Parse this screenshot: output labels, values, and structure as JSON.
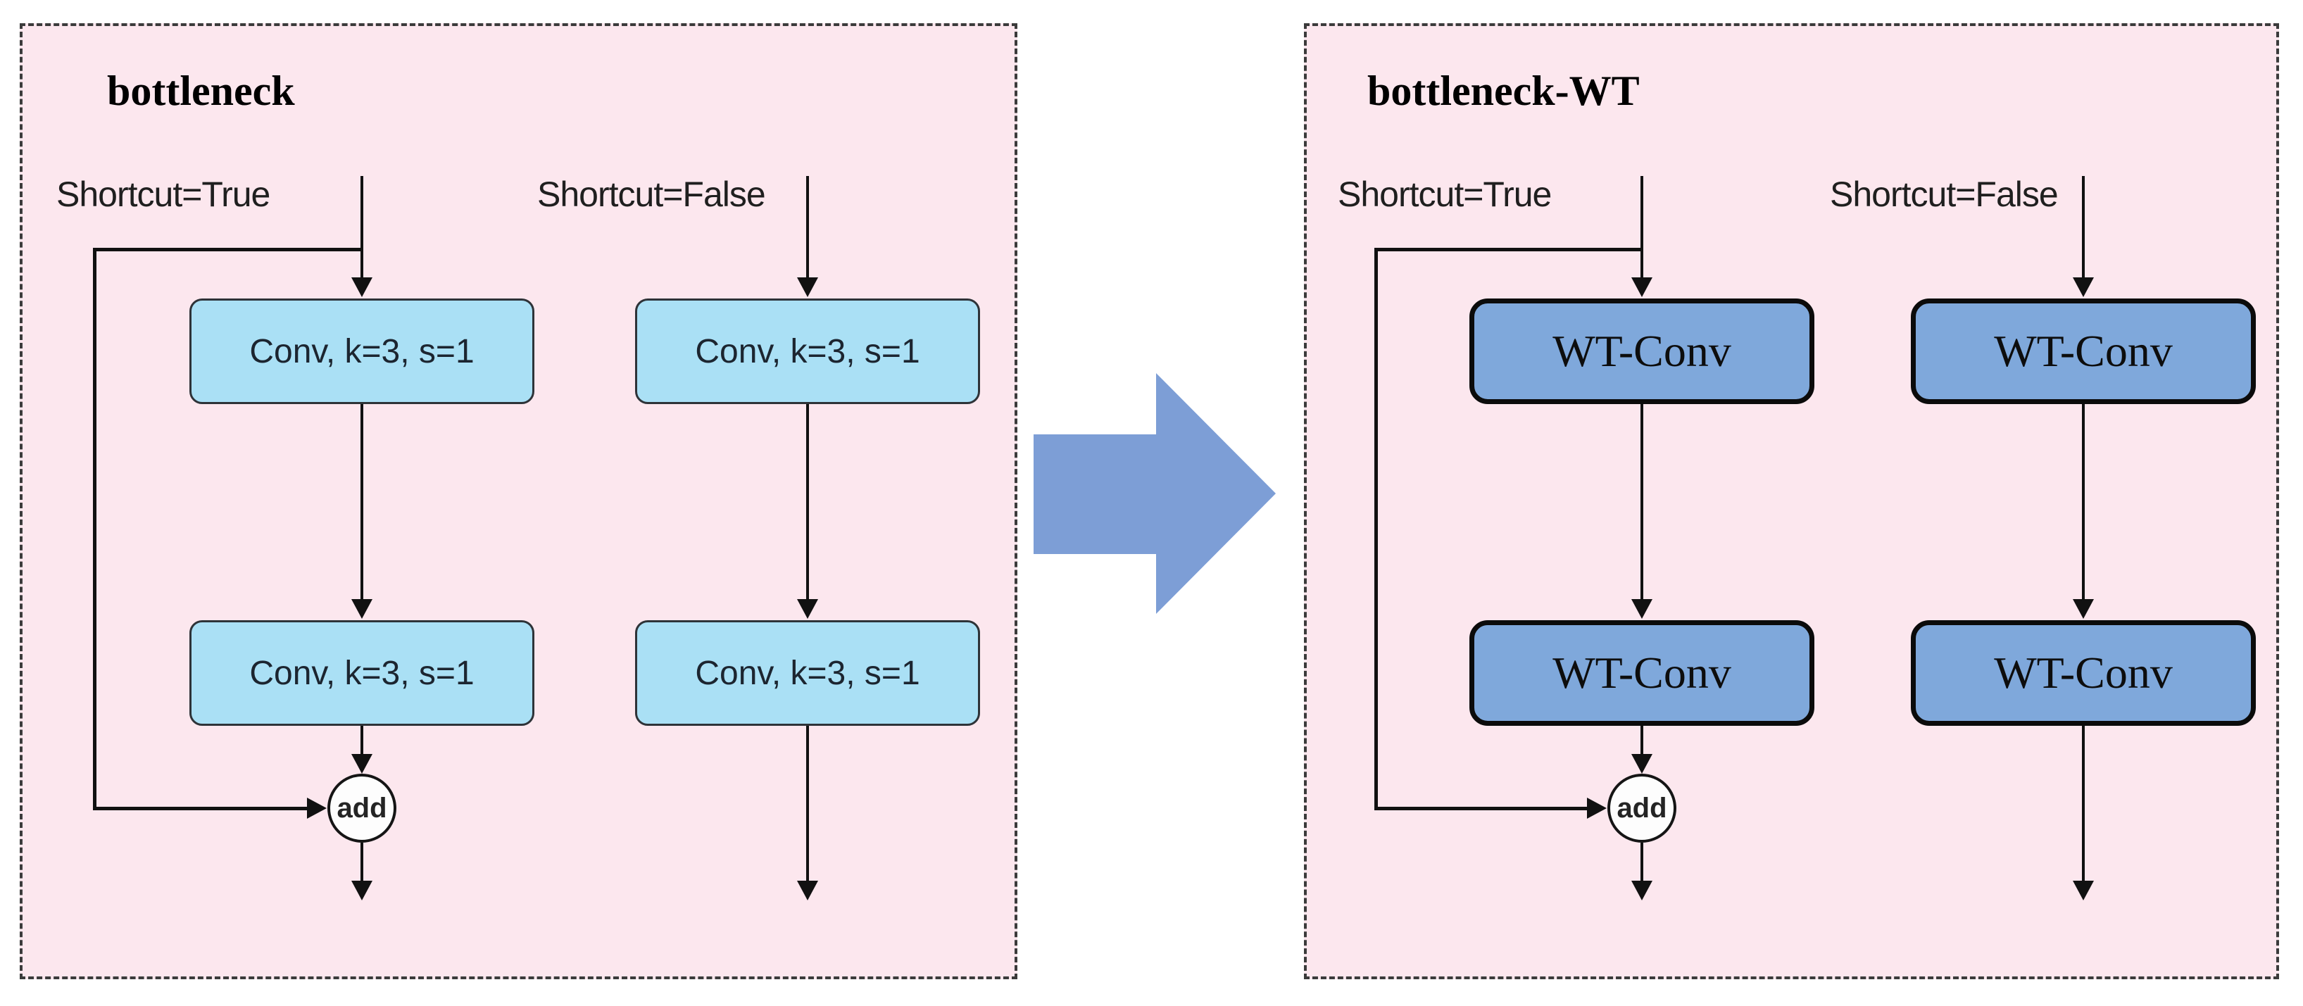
{
  "figure": {
    "kind": "neural-network block diagram",
    "transform_arrow": {
      "shape": "right-arrow",
      "color": "#7d9ed6"
    },
    "colors": {
      "page_background": "#ffffff",
      "panel_background": "#fce7ee",
      "panel_border": "#3b3b3b",
      "conv_box_fill": "#aae0f5",
      "conv_box_border": "#2e3338",
      "wt_box_fill": "#7fa8db",
      "wt_box_border": "#0b0b0b",
      "connector": "#111111",
      "add_node_fill": "#fdfdfd"
    }
  },
  "panels": [
    {
      "title": "bottleneck",
      "columns": [
        {
          "label": "Shortcut=True",
          "boxes": [
            "Conv, k=3, s=1",
            "Conv, k=3, s=1"
          ],
          "merge_label": "add"
        },
        {
          "label": "Shortcut=False",
          "boxes": [
            "Conv, k=3, s=1",
            "Conv, k=3, s=1"
          ]
        }
      ]
    },
    {
      "title": "bottleneck-WT",
      "columns": [
        {
          "label": "Shortcut=True",
          "boxes": [
            "WT-Conv",
            "WT-Conv"
          ],
          "merge_label": "add"
        },
        {
          "label": "Shortcut=False",
          "boxes": [
            "WT-Conv",
            "WT-Conv"
          ]
        }
      ]
    }
  ]
}
